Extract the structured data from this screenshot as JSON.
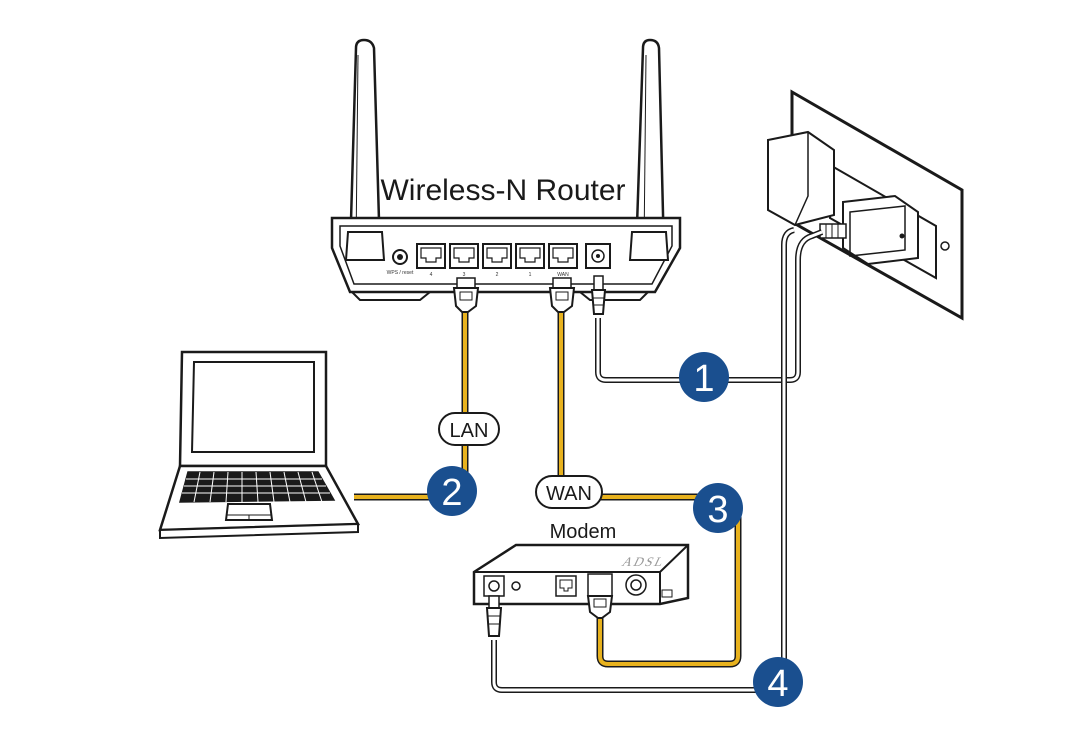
{
  "title": "Wireless-N Router",
  "router": {
    "wps_label": "WPS / reset",
    "lan_ports": [
      "4",
      "3",
      "2",
      "1"
    ],
    "wan_label": "WAN"
  },
  "cables": {
    "lan_tag": "LAN",
    "wan_tag": "WAN"
  },
  "modem": {
    "title": "Modem",
    "brand": "ADSL"
  },
  "steps": [
    "1",
    "2",
    "3",
    "4"
  ],
  "colors": {
    "ethernet_cable": "#e8b21e",
    "power_cable": "#ffffff",
    "step_badge": "#1a4f8f",
    "outline": "#1a1a1a"
  }
}
